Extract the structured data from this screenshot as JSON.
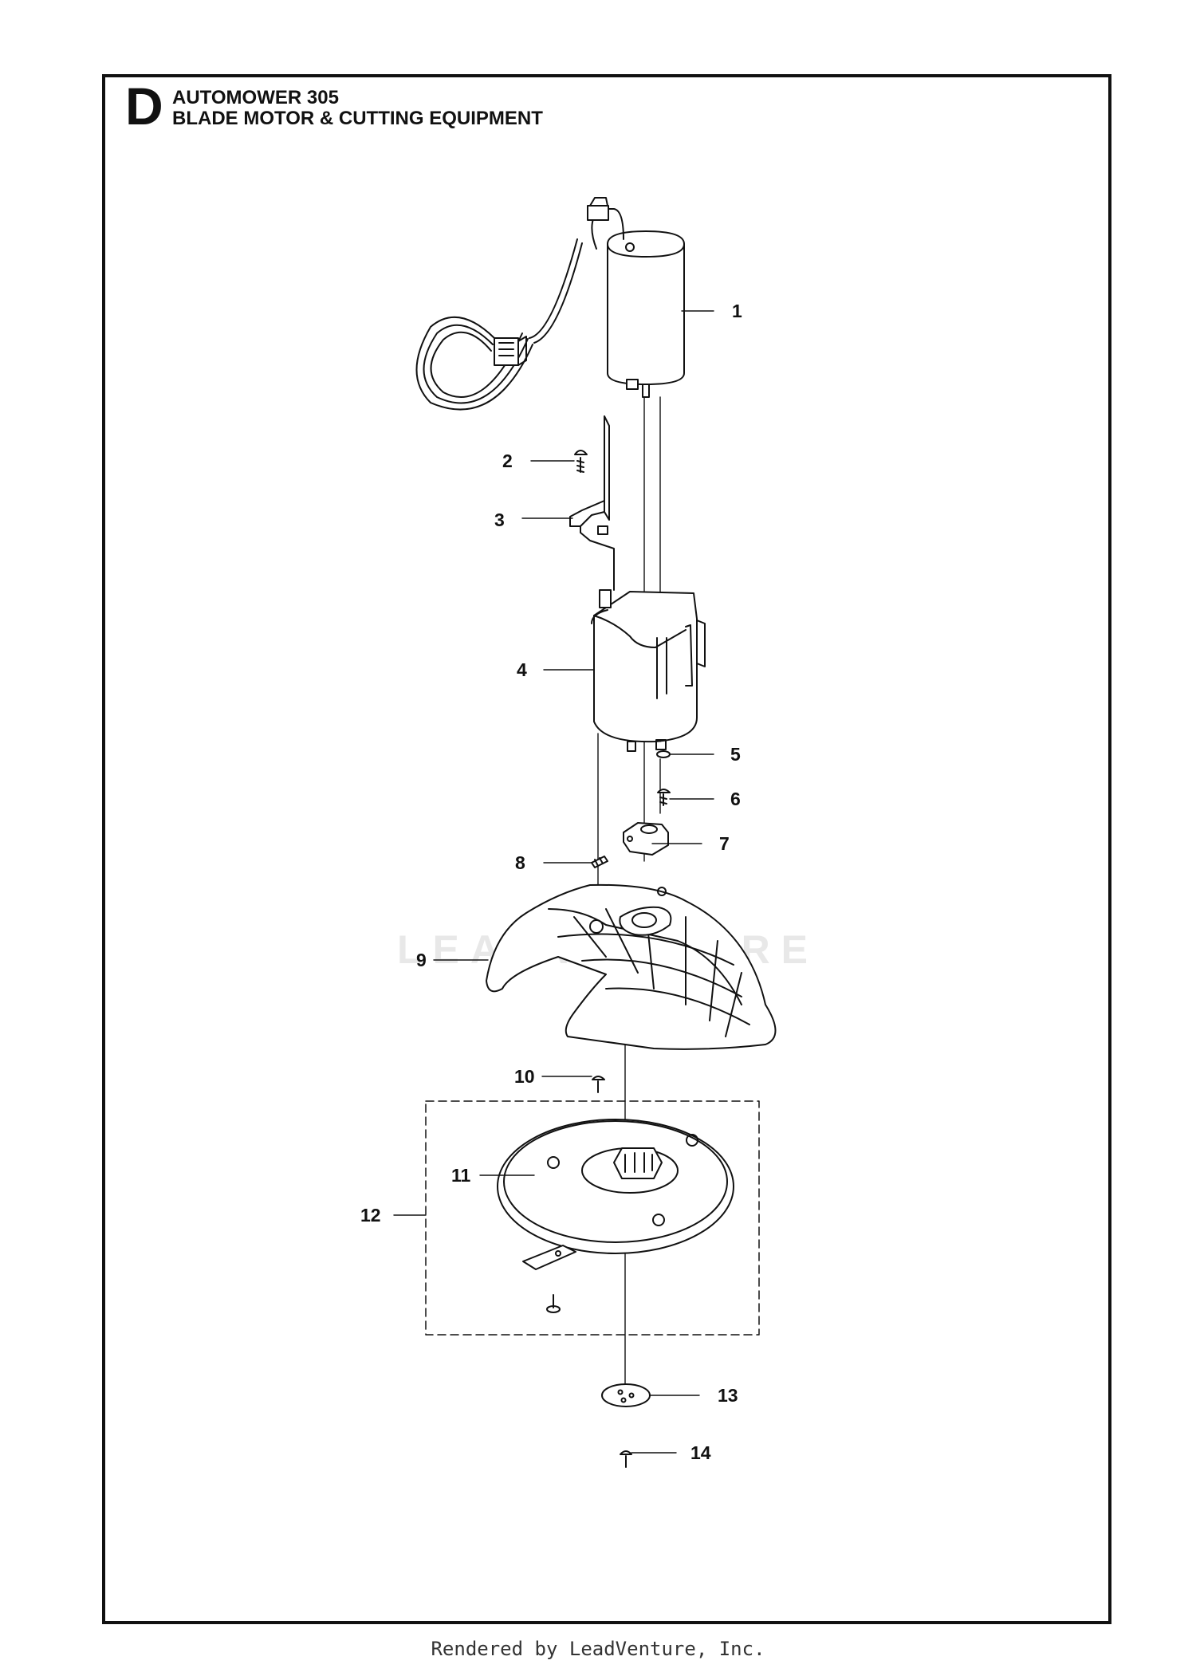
{
  "header": {
    "section_letter": "D",
    "model": "AUTOMOWER 305",
    "assembly": "BLADE MOTOR & CUTTING EQUIPMENT"
  },
  "callouts": [
    "1",
    "2",
    "3",
    "4",
    "5",
    "6",
    "7",
    "8",
    "9",
    "10",
    "11",
    "12",
    "13",
    "14"
  ],
  "watermark": "LEADVENTURE",
  "footer": "Rendered by LeadVenture, Inc.",
  "colors": {
    "line": "#111111",
    "background": "#ffffff"
  }
}
